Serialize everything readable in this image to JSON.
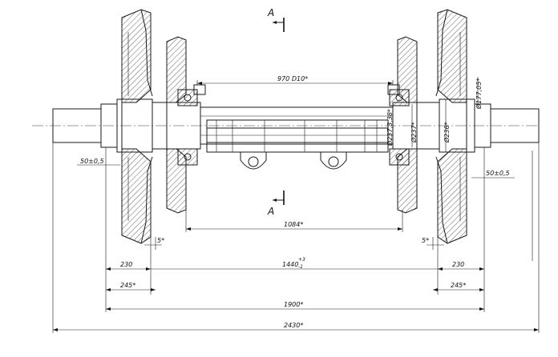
{
  "section_marks": {
    "top": "A",
    "bottom": "A"
  },
  "dimensions": {
    "bearing_span": "970 D10*",
    "span_inner": "1084*",
    "wheel_gap_left": "5*",
    "wheel_gap_right": "5*",
    "width_left": "230",
    "width_right": "230",
    "width_total_left": "245*",
    "width_total_right": "245*",
    "center_span": "1440",
    "center_span_tol": "+3",
    "center_span_tol_low": "-1",
    "hub_span": "1900*",
    "overall": "2430*",
    "offset_left": "50±0,5",
    "offset_right": "50±0,5",
    "dia_1": "Ø237,3,38*",
    "dia_2": "Ø237*",
    "dia_3": "Ø236*",
    "dia_4": "Ø177,05*"
  }
}
